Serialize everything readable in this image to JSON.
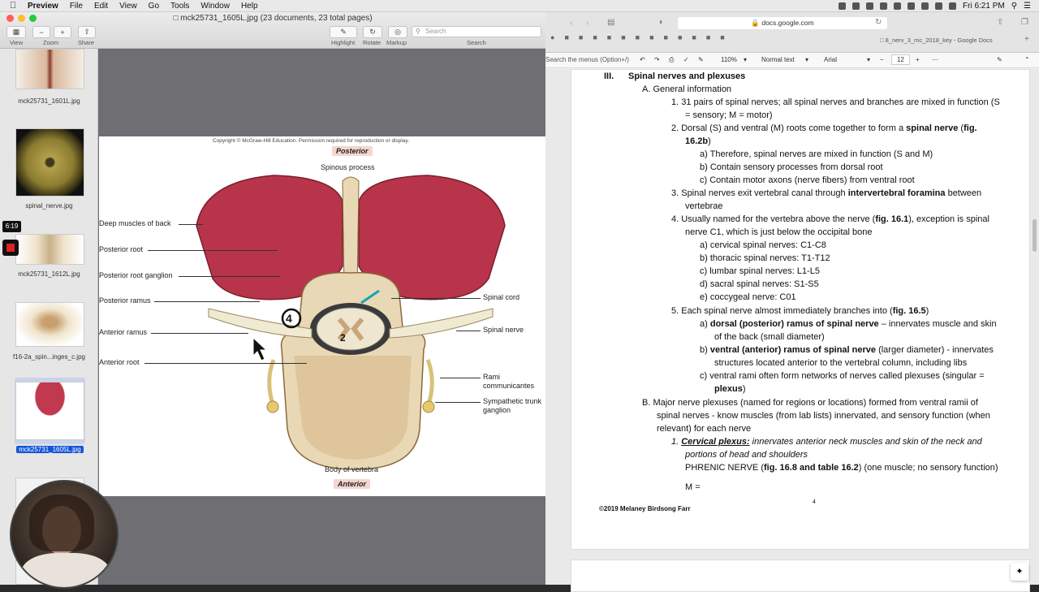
{
  "menubar": {
    "app": "Preview",
    "menus": [
      "File",
      "Edit",
      "View",
      "Go",
      "Tools",
      "Window",
      "Help"
    ],
    "clock": "Fri 6:21 PM"
  },
  "preview": {
    "title": "mck25731_1605L.jpg (23 documents, 23 total pages)",
    "toolbar": {
      "view": "View",
      "zoom": "Zoom",
      "share": "Share",
      "highlight": "Highlight",
      "rotate": "Rotate",
      "markup": "Markup",
      "search_label": "Search",
      "search_placeholder": "Search"
    },
    "sidebar": {
      "thumbs": [
        "mck25731_1601L.jpg",
        "spinal_nerve.jpg",
        "mck25731_1612L.jpg",
        "f16-2a_spin...inges_c.jpg",
        "mck25731_1605L.jpg"
      ],
      "timer": "6:19"
    },
    "figure": {
      "copyright": "Copyright © McGraw-Hill Education. Permission required for reproduction or display.",
      "posterior": "Posterior",
      "anterior": "Anterior",
      "labels": {
        "spinous": "Spinous process",
        "deep_muscles": "Deep muscles of back",
        "posterior_root": "Posterior root",
        "posterior_root_ganglion": "Posterior root ganglion",
        "posterior_ramus": "Posterior ramus",
        "anterior_ramus": "Anterior ramus",
        "anterior_root": "Anterior root",
        "spinal_cord": "Spinal cord",
        "spinal_nerve": "Spinal nerve",
        "rami1": "Rami",
        "rami2": "communicantes",
        "symp1": "Sympathetic trunk",
        "symp2": "ganglion",
        "body": "Body of vertebra"
      },
      "annotations": {
        "four": "4",
        "two": "2"
      }
    }
  },
  "docs": {
    "url": "docs.google.com",
    "tab": "8_nerv_3_mc_2018_key - Google Docs",
    "toolbar": {
      "search_menus": "Search the menus (Option+/)",
      "zoom": "110%",
      "style": "Normal text",
      "font": "Arial",
      "size": "12"
    },
    "content": {
      "l1a": "III.",
      "l1b": "Spinal nerves and plexuses",
      "l2": "A.  General information",
      "l3": "1.   31 pairs of spinal nerves; all spinal nerves and branches are mixed in function (S",
      "l4": "= sensory; M = motor)",
      "l5a": "2.   Dorsal (S) and ventral (M) roots come together to form a ",
      "l5b": "spinal nerve",
      "l5c": " (",
      "l5d": "fig.",
      "l6": "16.2b",
      "l6b": ")",
      "l7": "a)   Therefore, spinal nerves are mixed in function (S and M)",
      "l8": "b)   Contain sensory processes from dorsal root",
      "l9": "c)   Contain motor axons (nerve fibers) from ventral root",
      "l10a": "3.   Spinal nerves exit vertebral canal through ",
      "l10b": "intervertebral foramina",
      "l10c": " between",
      "l11": "vertebrae",
      "l12a": "4.   Usually named for the vertebra above the nerve (",
      "l12b": "fig. 16.1",
      "l12c": "), exception is spinal",
      "l13": "nerve C1, which is just below the occipital bone",
      "l14": "a)   cervical spinal nerves: C1-C8",
      "l15": "b)   thoracic spinal nerves:  T1-T12",
      "l16": "c)   lumbar spinal nerves: L1-L5",
      "l17": "d)   sacral spinal nerves: S1-S5",
      "l18": "e)   coccygeal nerve: C01",
      "l19a": "5.   Each spinal nerve almost immediately branches into (",
      "l19b": "fig. 16.5",
      "l19c": ")",
      "l20a": "a)   ",
      "l20b": "dorsal (posterior) ramus of spinal nerve",
      "l20c": " – innervates muscle and skin",
      "l21": "of the back (small diameter)",
      "l22a": "b)   ",
      "l22b": "ventral (anterior) ramus of spinal nerve",
      "l22c": " (larger diameter) -  innervates",
      "l23": "structures located anterior to the vertebral column, including libs",
      "l24": "c)   ventral rami often form networks of nerves called plexuses (singular =",
      "l25": "plexus",
      "l25b": ")",
      "l26": "B.  Major nerve plexuses (named for regions or locations) formed from ventral ramii of",
      "l27": "spinal nerves - know muscles (from lab lists) innervated, and sensory function (when",
      "l28": "relevant) for each nerve",
      "l29a": "1.   ",
      "l29b": "Cervical plexus:",
      "l29c": " innervates anterior neck muscles and skin of the neck and",
      "l30": "portions of head and shoulders",
      "l31a": "PHRENIC NERVE (",
      "l31b": "fig. 16.8 and table 16.2",
      "l31c": ") (one muscle; no sensory function)",
      "l32": "M =",
      "footer": "©2019 Melaney Birdsong Farr",
      "page_no": "4"
    }
  },
  "colors": {
    "muscle": "#b8344a",
    "bone": "#e9d8b5",
    "accent": "#1a73e8"
  }
}
